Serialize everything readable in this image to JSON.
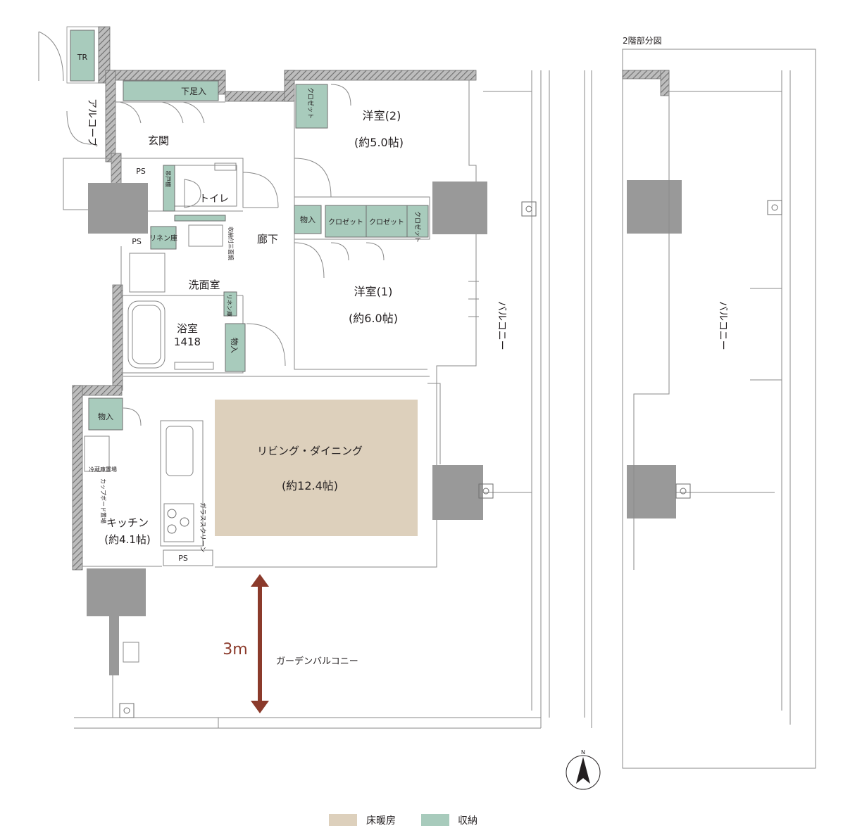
{
  "colors": {
    "wall": "#9b9b9b",
    "heated_floor": "#ddd0bc",
    "storage": "#a8cbbc",
    "column": "#999999",
    "line": "#8a8a8a",
    "arrow": "#8b3a2b",
    "text": "#231f20"
  },
  "icons": {
    "north": "north-arrow-icon",
    "vent": "vent-circle-icon",
    "stove": "cooktop-burner-icon"
  },
  "rooms": {
    "tr": "TR",
    "alcove": "アルコーブ",
    "shoe_box": "下足入",
    "entrance": "玄関",
    "ps_top": "PS",
    "ps_mid": "PS",
    "ps_kitchen": "PS",
    "hanging_shelf": "吊戸棚",
    "toilet": "トイレ",
    "linen1": "リネン庫",
    "three_mirror": "収納付三面鏡",
    "hallway": "廊下",
    "washroom": "洗面室",
    "linen2": "リネン庫",
    "bath": "浴室",
    "bath_size": "1418",
    "storage_bath": "物入",
    "closet_r2": "クロゼット",
    "room2": "洋室(2)",
    "room2_size": "(約5.0帖)",
    "storage_hall": "物入",
    "closet_a": "クロゼット",
    "closet_b": "クロゼット",
    "closet_c": "クロゼット",
    "room1": "洋室(1)",
    "room1_size": "(約6.0帖)",
    "balcony": "バルコニー",
    "storage_kitchen": "物入",
    "fridge": "冷蔵庫置場",
    "cupboard": "カップボード置場",
    "glass_screen": "ガラススクリーン",
    "kitchen": "キッチン",
    "kitchen_size": "(約4.1帖)",
    "living": "リビング・ダイニング",
    "living_size": "(約12.4帖)",
    "depth": "3m",
    "garden_balcony": "ガーデンバルコニー"
  },
  "second_floor": {
    "title": "2階部分図",
    "balcony": "バルコニー"
  },
  "north_label": "N",
  "legend": [
    {
      "label": "床暖房",
      "color": "#ddd0bc"
    },
    {
      "label": "収納",
      "color": "#a8cbbc"
    }
  ]
}
